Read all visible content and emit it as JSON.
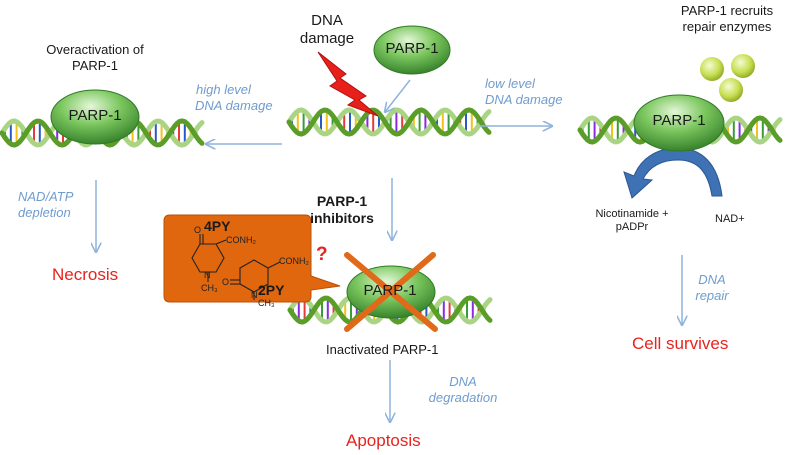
{
  "labels": {
    "dna_damage": [
      "DNA",
      "damage"
    ],
    "overactivation": [
      "Overactivation of",
      "PARP-1"
    ],
    "recruits": [
      "PARP-1 recruits",
      "repair enzymes"
    ],
    "high_level": [
      "high level",
      "DNA damage"
    ],
    "low_level": [
      "low level",
      "DNA damage"
    ],
    "nad_atp": [
      "NAD/ATP",
      "depletion"
    ],
    "necrosis": "Necrosis",
    "inhibitors": [
      "PARP-1",
      "inhibitors"
    ],
    "inactivated": "Inactivated PARP-1",
    "dna_degradation": [
      "DNA",
      "degradation"
    ],
    "apoptosis": "Apoptosis",
    "nicotinamide": [
      "Nicotinamide +",
      "pADPr"
    ],
    "nad_plus": "NAD+",
    "dna_repair": [
      "DNA",
      "repair"
    ],
    "cell_survives": "Cell survives",
    "question": "?"
  },
  "parp_label": "PARP-1",
  "callout": {
    "pyridone_4": "4PY",
    "pyridone_2": "2PY",
    "conh2": "CONH₂",
    "ch3": "CH₃",
    "n": "N",
    "o": "O"
  },
  "colors": {
    "parp_fill": "#5fb54a",
    "parp_dark": "#2f7a25",
    "dna_green": "#6bb532",
    "arrow_blue": "#8fb3dc",
    "callout_orange": "#e0670e",
    "text_red": "#e8231e",
    "text_blue": "#6f9ccf",
    "cross_orange": "#e06a1a",
    "enzyme": "#c6de4f",
    "cycle_arrow": "#3e72b4",
    "bolt_red": "#e8201b"
  },
  "icons": [
    "dna-helix-icon",
    "lightning-bolt-icon",
    "repair-enzyme-icon",
    "curved-arrow-icon",
    "cross-icon"
  ]
}
